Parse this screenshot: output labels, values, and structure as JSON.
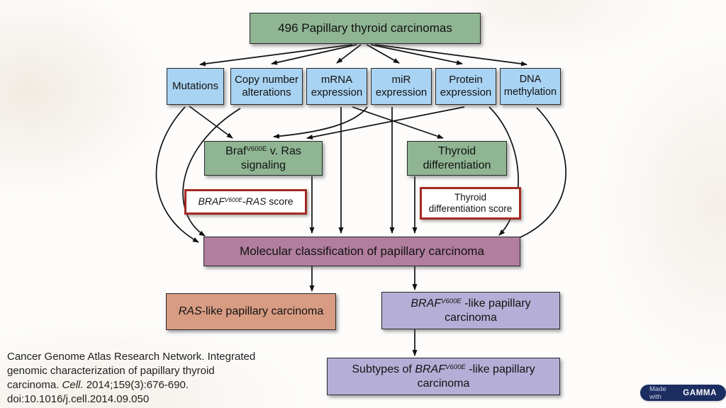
{
  "colors": {
    "node_green": "#8fb592",
    "node_blue": "#a9d3f2",
    "node_mauve": "#b17e9d",
    "node_salmon": "#d89c83",
    "node_lavender": "#b5afd7",
    "score_border_red": "#a32a22",
    "arrow_black": "#111111",
    "badge_navy": "#1b2d61"
  },
  "diagram": {
    "root": {
      "label": "496 Papillary thyroid carcinomas"
    },
    "platforms": [
      {
        "label": "Mutations"
      },
      {
        "label": "Copy number alterations"
      },
      {
        "label": "mRNA expression"
      },
      {
        "label": "miR expression"
      },
      {
        "label": "Protein expression"
      },
      {
        "label": "DNA methylation"
      }
    ],
    "braf_ras": {
      "pre": "Braf",
      "sup": "V600E",
      "post": " v. Ras signaling"
    },
    "thyroid_diff": {
      "label": "Thyroid differentiation"
    },
    "brs_score": {
      "gene1": "BRAF",
      "sup": "V600E",
      "gene2": "-RAS",
      "rest": " score"
    },
    "tds_score": {
      "label": "Thyroid differentiation score"
    },
    "classification": {
      "label": "Molecular classification of papillary carcinoma"
    },
    "ras_like": {
      "gene": "RAS",
      "rest": "-like papillary carcinoma"
    },
    "braf_like": {
      "gene": "BRAF",
      "sup": "V600E",
      "rest": " -like papillary carcinoma"
    },
    "subtypes": {
      "pre": "Subtypes of ",
      "gene": "BRAF",
      "sup": "V600E",
      "rest": " -like papillary carcinoma"
    }
  },
  "citation": {
    "line1": "Cancer Genome Atlas Research Network. Integrated",
    "line2": "genomic characterization of papillary thyroid",
    "line3_pre": "carcinoma. ",
    "line3_journal": "Cell.",
    "line3_post": " 2014;159(3):676-690.",
    "line4": "doi:10.1016/j.cell.2014.09.050"
  },
  "badge": {
    "prefix": "Made with",
    "brand": "GAMMA"
  }
}
